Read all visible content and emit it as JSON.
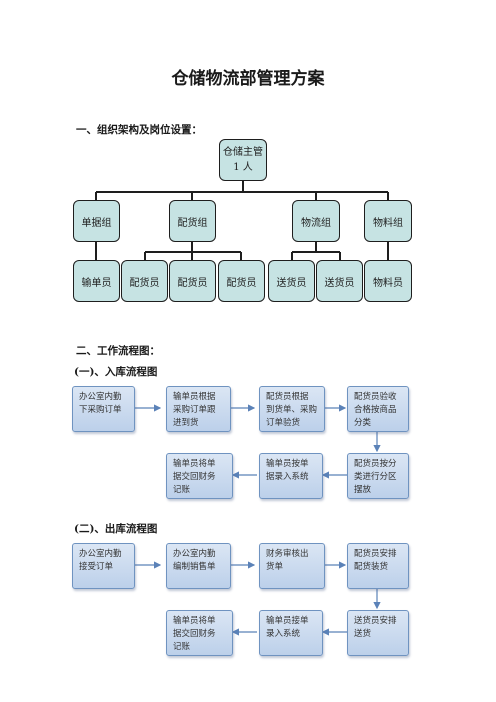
{
  "title": "仓储物流部管理方案",
  "section1": {
    "heading": "一、组织架构及岗位设置：",
    "top": {
      "line1": "仓储主管",
      "line2": "1 人"
    },
    "groups": [
      "单据组",
      "配货组",
      "物流组",
      "物料组"
    ],
    "staff": [
      "输单员",
      "配货员",
      "配货员",
      "配货员",
      "送货员",
      "送货员",
      "物料员"
    ]
  },
  "section2": {
    "heading": "二、工作流程图：",
    "inbound": {
      "heading": "(一)、入库流程图",
      "steps": [
        "办公室内勤\n下采购订单",
        "输单员根据\n采购订单跟\n进到货",
        "配货员根据\n到货单、采购\n订单验货",
        "配货员验收\n合格按商品\n分类",
        "配货员按分\n类进行分区\n摆放",
        "输单员按单\n据录入系统",
        "输单员将单\n据交回财务\n记账"
      ]
    },
    "outbound": {
      "heading": "(二)、出库流程图",
      "steps": [
        "办公室内勤\n接受订单",
        "办公室内勤\n编制销售单",
        "财务审核出\n货单",
        "配货员安排\n配货装货",
        "送货员安排\n送货",
        "输单员接单\n录入系统",
        "输单员将单\n据交回财务\n记账"
      ]
    }
  },
  "colors": {
    "org_fill": "#c6e3e3",
    "flow_fill": "#c9d9ee",
    "flow_border": "#6f93c0",
    "arrow": "#5b82b8"
  }
}
